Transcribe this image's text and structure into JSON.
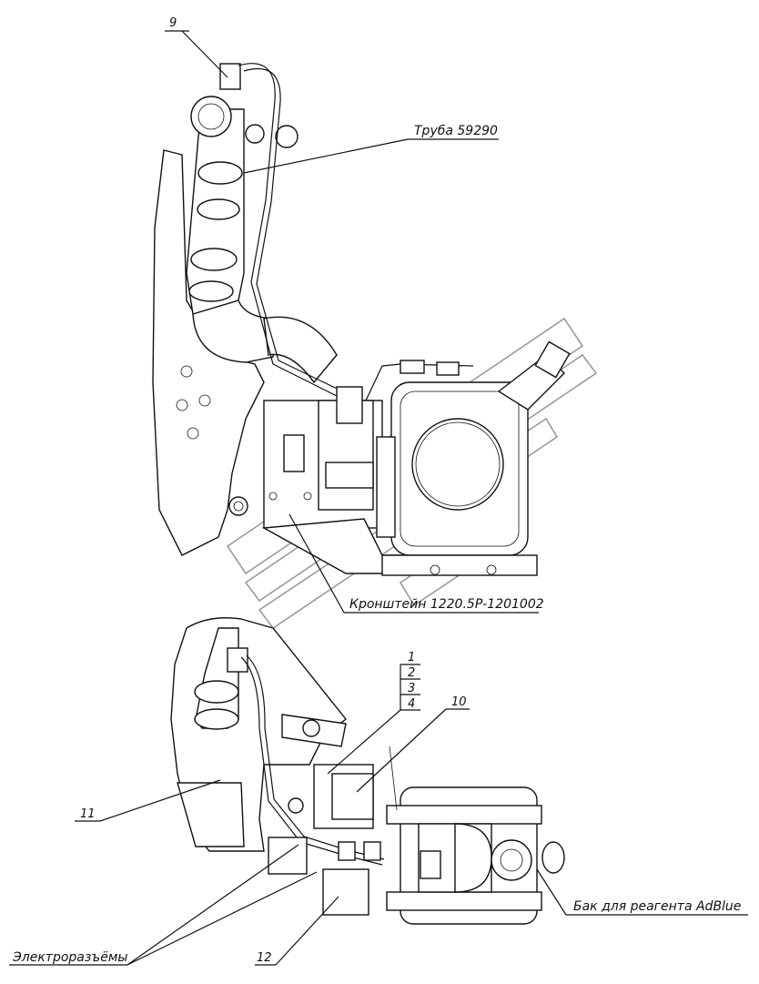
{
  "callouts": {
    "pos9": "9",
    "pipe": "Труба 59290",
    "bracket": "Кронштейн 1220.5Р-1201002",
    "pos1": "1",
    "pos2": "2",
    "pos3": "3",
    "pos4": "4",
    "pos10": "10",
    "pos11": "11",
    "pos12": "12",
    "connectors": "Электроразъёмы",
    "tank": "Бак для реагента AdBlue"
  },
  "colors": {
    "line": "#111111",
    "watermark": "#9a9a9a",
    "background": "#ffffff"
  }
}
